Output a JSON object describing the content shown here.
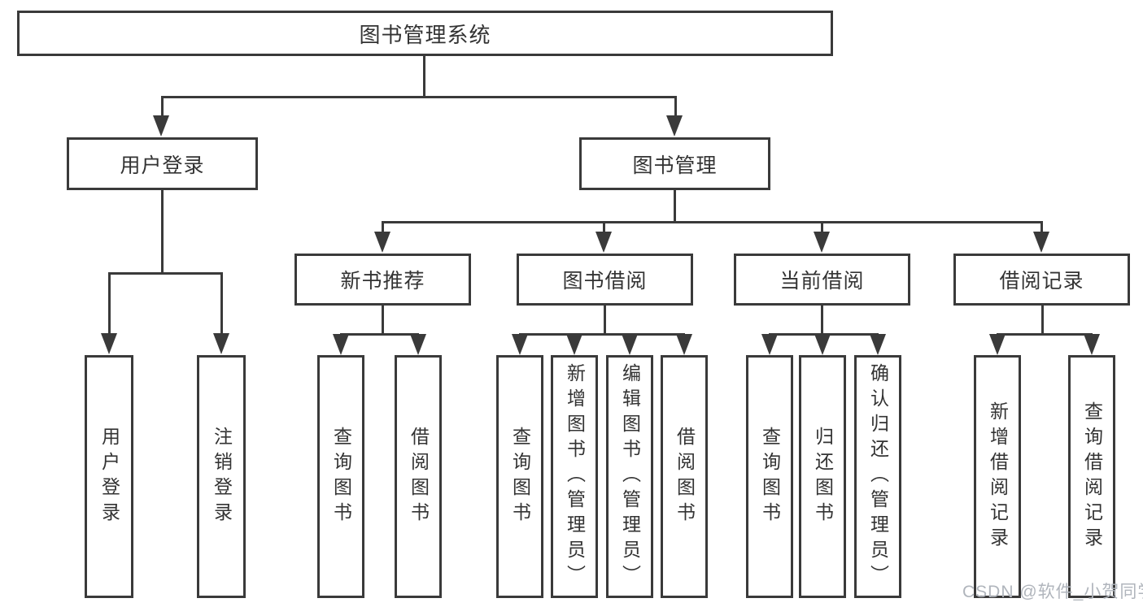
{
  "diagram": {
    "root": {
      "label": "图书管理系统"
    },
    "user_login": {
      "label": "用户登录",
      "children": [
        "用户登录",
        "注销登录"
      ]
    },
    "book_management": {
      "label": "图书管理",
      "sections": [
        {
          "label": "新书推荐",
          "children": [
            "查询图书",
            "借阅图书"
          ]
        },
        {
          "label": "图书借阅",
          "children": [
            "查询图书",
            "新增图书（管理员）",
            "编辑图书（管理员）",
            "借阅图书"
          ]
        },
        {
          "label": "当前借阅",
          "children": [
            "查询图书",
            "归还图书",
            "确认归还（管理员）"
          ]
        },
        {
          "label": "借阅记录",
          "children": [
            "新增借阅记录",
            "查询借阅记录"
          ]
        }
      ]
    }
  },
  "watermark": {
    "text": "CSDN @软件_小贺同学"
  },
  "colors": {
    "line": "#3a3a3a",
    "text": "#333333",
    "box_background": "#ffffff",
    "watermark": "#b0b5bc"
  }
}
